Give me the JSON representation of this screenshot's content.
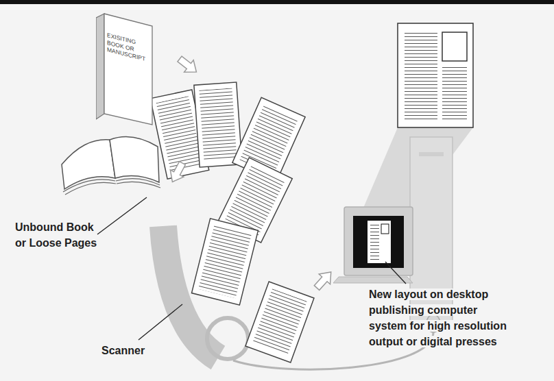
{
  "diagram": {
    "nodes": [
      {
        "text": [
          "EXISITING BOOK OR MANUSCRIPT"
        ]
      }
    ],
    "labels": [
      "Unbound Book or Loose Pages",
      "Scanner",
      "New layout on desktop publishing computer system for high resolution output or digital presses"
    ]
  }
}
